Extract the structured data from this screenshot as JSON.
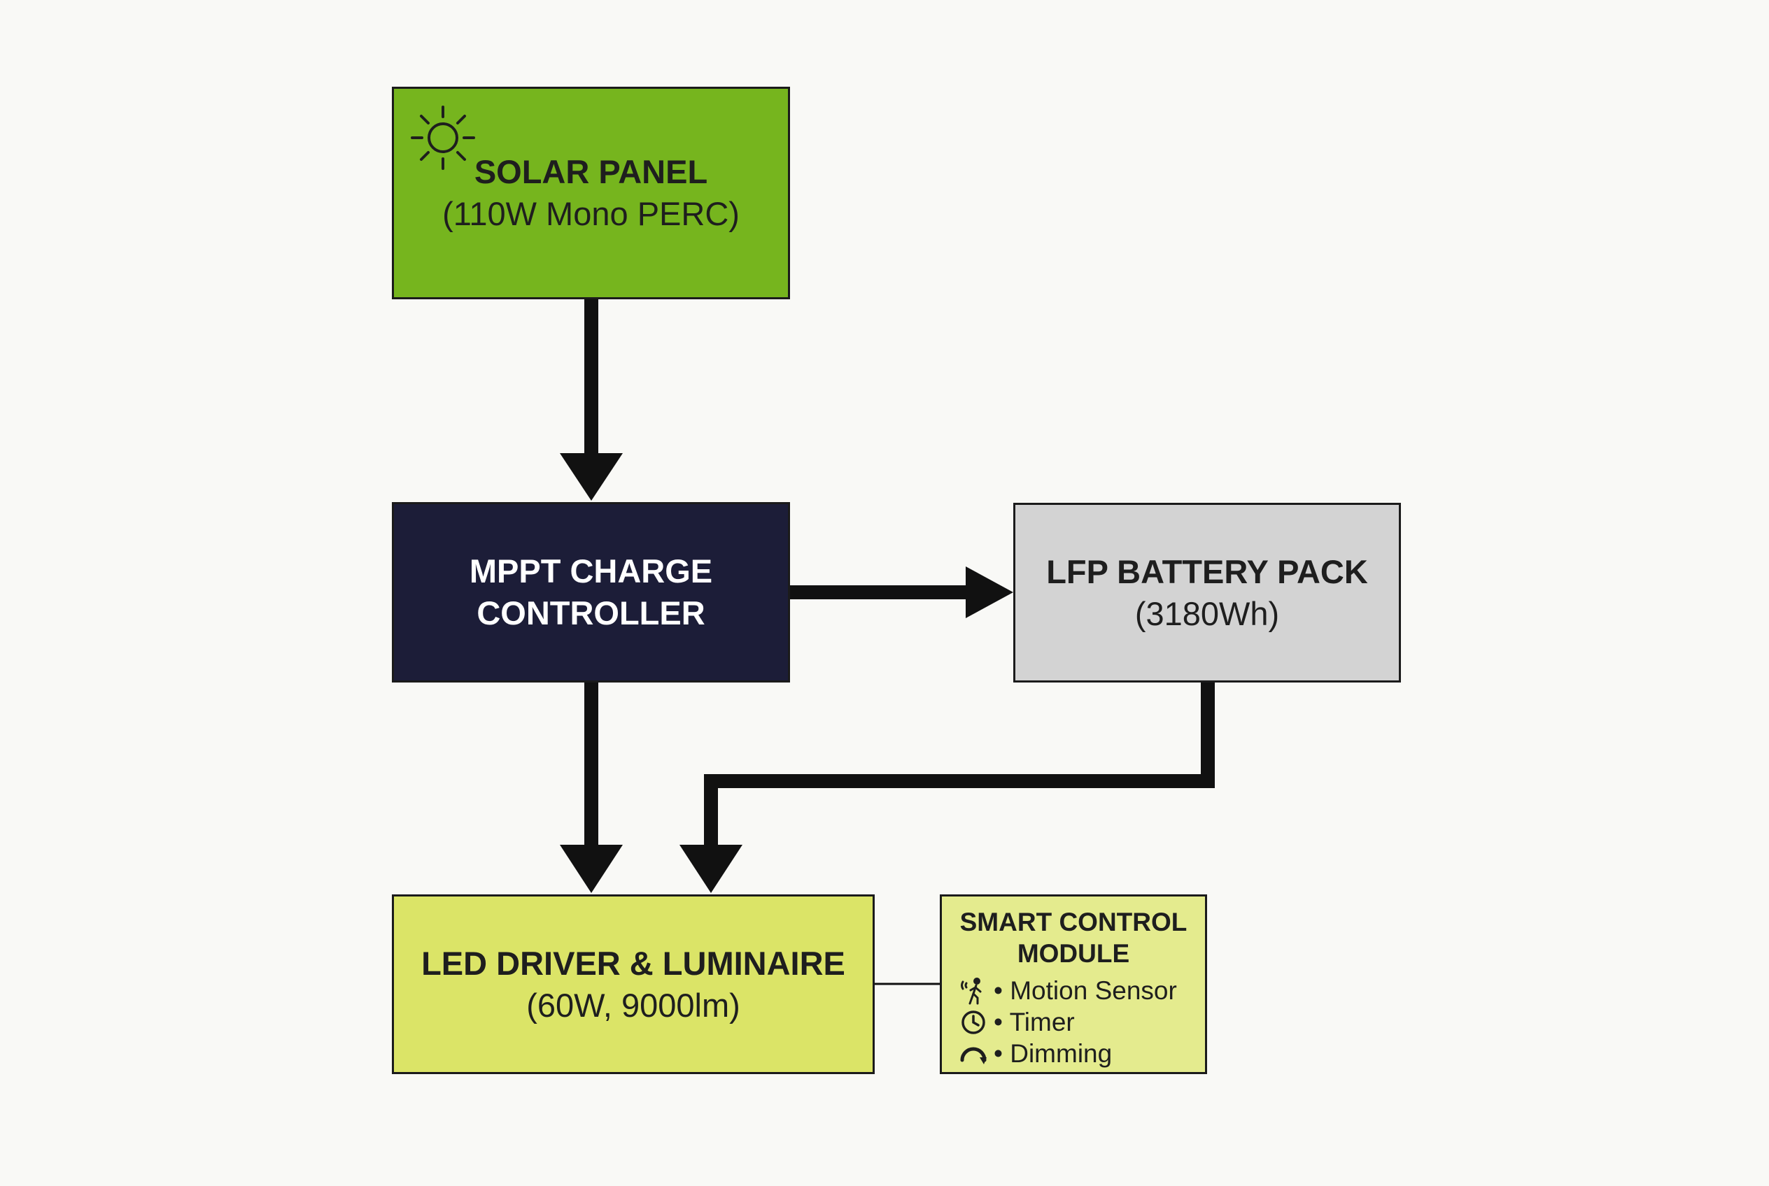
{
  "solar_panel": {
    "title": "SOLAR PANEL",
    "subtitle": "(110W Mono PERC)",
    "icon": "sun-icon"
  },
  "mppt_controller": {
    "line1": "MPPT CHARGE",
    "line2": "CONTROLLER"
  },
  "battery_pack": {
    "title": "LFP BATTERY PACK",
    "subtitle": "(3180Wh)"
  },
  "led_luminaire": {
    "title": "LED DRIVER & LUMINAIRE",
    "subtitle": "(60W, 9000lm)"
  },
  "smart_control": {
    "title_line1": "SMART CONTROL",
    "title_line2": "MODULE",
    "features": [
      {
        "label": "• Motion Sensor",
        "icon": "motion-sensor-icon"
      },
      {
        "label": "• Timer",
        "icon": "timer-icon"
      },
      {
        "label": "• Dimming",
        "icon": "dimming-icon"
      }
    ]
  },
  "colors": {
    "solar": "#76b51e",
    "controller": "#1c1d38",
    "battery": "#d3d3d3",
    "luminaire": "#dbe467",
    "smart_control": "#e4eb8e",
    "arrow": "#111111"
  }
}
